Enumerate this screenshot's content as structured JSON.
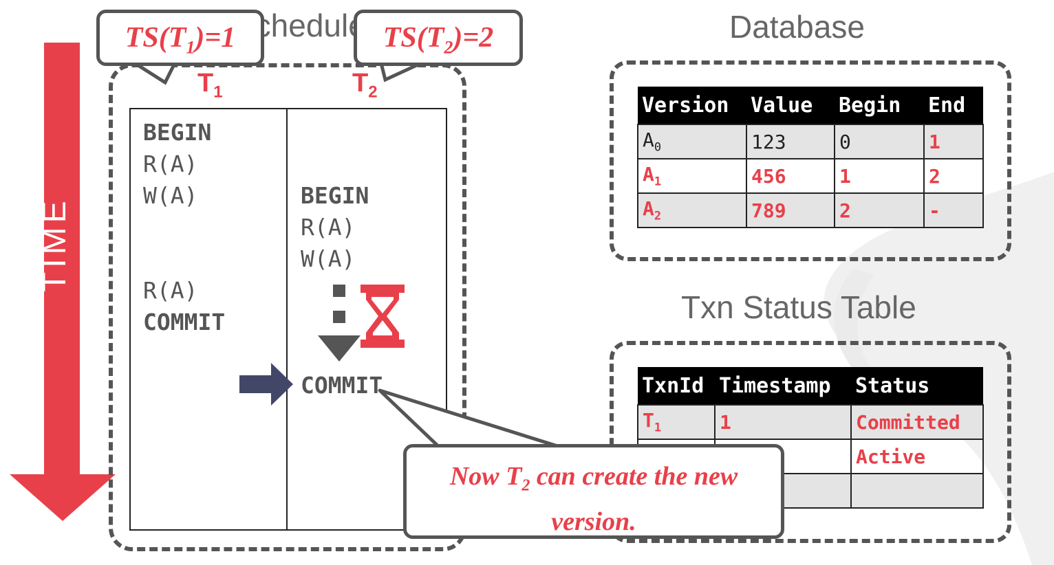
{
  "time_label": "TIME",
  "schedule": {
    "title": "Schedule",
    "t1_label": "T",
    "t1_sub": "1",
    "t2_label": "T",
    "t2_sub": "2",
    "t1_ops": [
      "BEGIN",
      "R(A)",
      "W(A)",
      "R(A)",
      "COMMIT"
    ],
    "t2_ops": [
      "BEGIN",
      "R(A)",
      "W(A)",
      "COMMIT"
    ]
  },
  "callouts": {
    "ts1_pre": "TS(T",
    "ts1_sub": "1",
    "ts1_post": ")=1",
    "ts2_pre": "TS(T",
    "ts2_sub": "2",
    "ts2_post": ")=2",
    "now_pre": "Now T",
    "now_sub": "2",
    "now_post": " can create the new",
    "now_line2": "version."
  },
  "database": {
    "title": "Database",
    "headers": [
      "Version",
      "Value",
      "Begin",
      "End"
    ],
    "rows": [
      {
        "version": "A",
        "sub": "0",
        "value": "123",
        "begin": "0",
        "end": "1"
      },
      {
        "version": "A",
        "sub": "1",
        "value": "456",
        "begin": "1",
        "end": "2"
      },
      {
        "version": "A",
        "sub": "2",
        "value": "789",
        "begin": "2",
        "end": "-"
      }
    ]
  },
  "txn_status": {
    "title": "Txn Status Table",
    "headers": [
      "TxnId",
      "Timestamp",
      "Status"
    ],
    "rows": [
      {
        "txn": "T",
        "sub": "1",
        "timestamp": "1",
        "status": "Committed"
      },
      {
        "txn": "",
        "sub": "",
        "timestamp": "",
        "status": "Active"
      },
      {
        "txn": "",
        "sub": "",
        "timestamp": "",
        "status": ""
      }
    ]
  },
  "colors": {
    "accent": "#e8404a",
    "border": "#555555",
    "arrow": "#434767"
  }
}
